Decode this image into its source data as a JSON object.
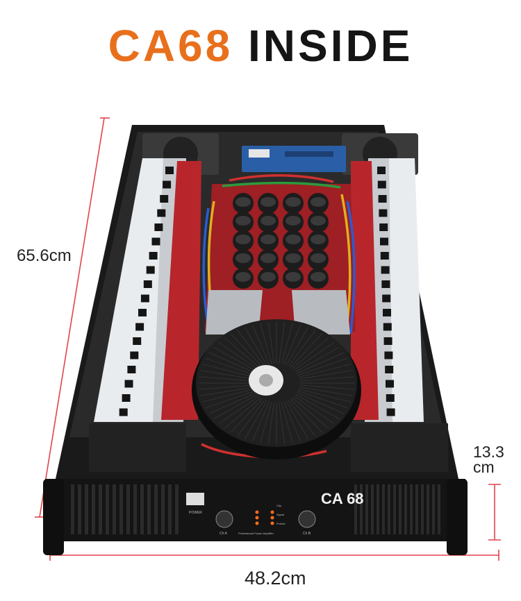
{
  "title": {
    "accent": "CA68",
    "rest": "INSIDE"
  },
  "dimensions": {
    "depth": "65.6cm",
    "width": "48.2cm",
    "height_value": "13.3",
    "height_unit": "cm"
  },
  "front_panel": {
    "logo": "CA 68",
    "power_label": "POWER",
    "channel_a": "Ch A",
    "channel_b": "Ch B",
    "indicators": [
      "Clip",
      "Signal",
      "Protect"
    ],
    "subtitle": "Professional Power Amplifier"
  },
  "colors": {
    "accent": "#e8701c",
    "dimension_line": "#e0444b",
    "chassis": "#1a1a1a",
    "heatsink": "#e9ecef",
    "pcb_red": "#b8262b",
    "pcb_blue": "#2a5fa8"
  }
}
